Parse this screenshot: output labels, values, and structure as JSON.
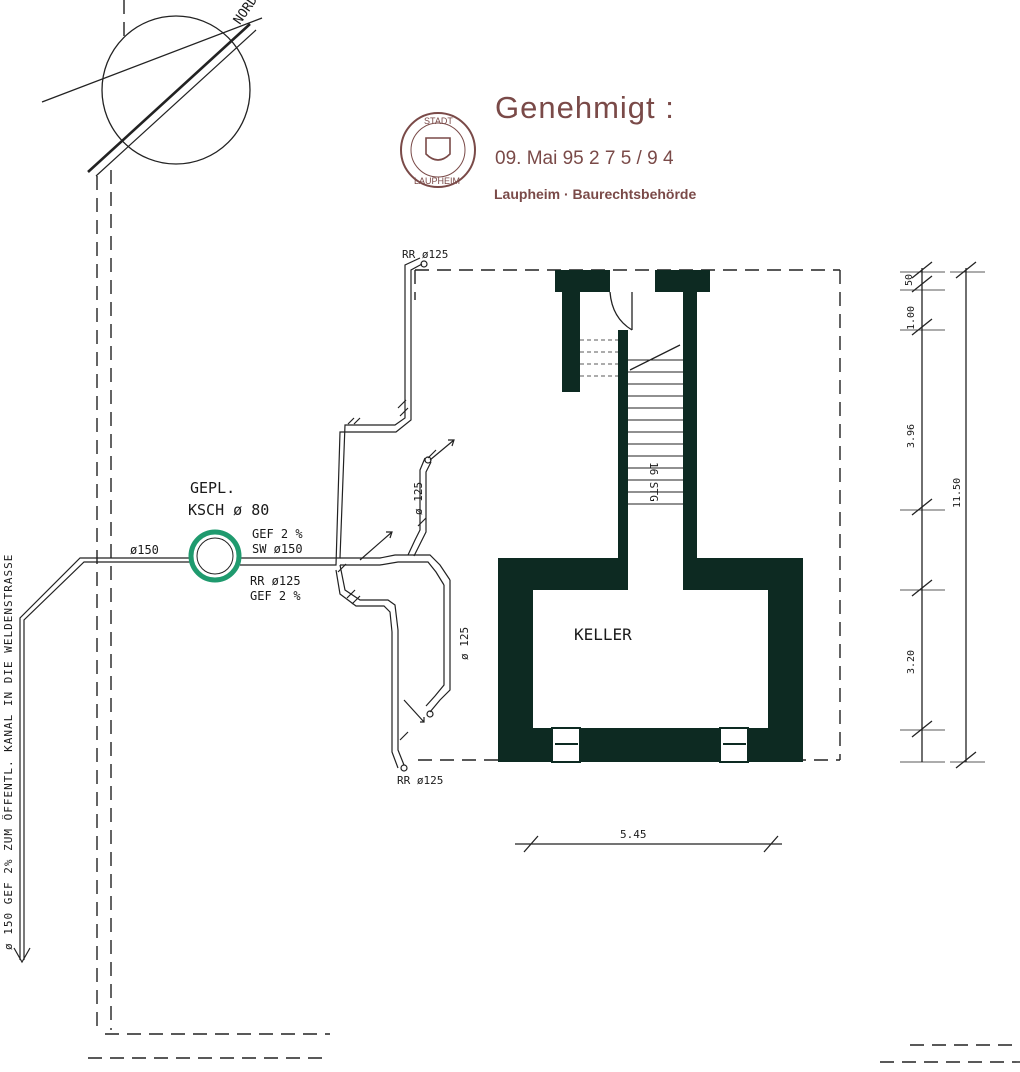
{
  "north": {
    "label": "NORD"
  },
  "stamp": {
    "approved": "Genehmigt :",
    "date_ref": "09. Mai 95  2 7 5 / 9 4",
    "authority": "Laupheim  ·  Baurechtsbehörde",
    "seal_text_top": "STADT",
    "seal_text_bottom": "LAUPHEIM",
    "color": "#7a4a48"
  },
  "inspection": {
    "line1": "GEPL.",
    "line2": "KSCH ø 80",
    "ring_color": "#1f9a6e"
  },
  "pipes": {
    "main_dia": "ø150",
    "gef_2_a": "GEF  2 %",
    "sw_150": "SW  ø150",
    "rr_125_mid": "RR  ø125",
    "gef_2_b": "GEF  2 %",
    "rr_125_top": "RR ø125",
    "rr_125_bottom": "RR ø125",
    "v_125_upper": "ø 125",
    "v_125_lower": "ø 125",
    "outflow": "ø 150  GEF 2%   ZUM  ÖFFENTL. KANAL  IN  DIE  WELDENSTRASSE"
  },
  "building": {
    "room": "KELLER",
    "stairs": "16 STG"
  },
  "dimensions": {
    "d_50": "50",
    "d_100": "1.00",
    "d_396": "3.96",
    "d_1150": "11.50",
    "d_320": "3.20",
    "d_545": "5.45"
  }
}
